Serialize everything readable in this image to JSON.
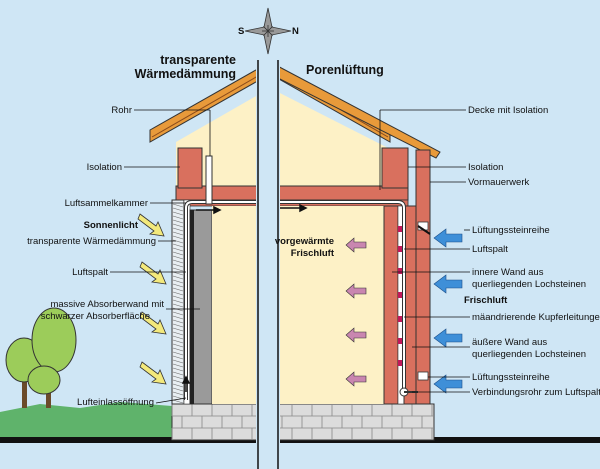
{
  "compass": {
    "south": "S",
    "north": "N"
  },
  "headings": {
    "left_line1": "transparente",
    "left_line2": "Wärmedämmung",
    "right": "Porenlüftung"
  },
  "left_labels": {
    "rohr": "Rohr",
    "isolation": "Isolation",
    "luftsammelkammer": "Luftsammelkammer",
    "sonnenlicht": "Sonnenlicht",
    "transparente": "transparente Wärmedämmung",
    "luftspalt": "Luftspalt",
    "massive1": "massive Absorberwand mit",
    "massive2": "schwarzer Absorberfläche",
    "lufteinlass": "Lufteinlassöffnung"
  },
  "center_labels": {
    "vorgewaermte": "vorgewärmte",
    "frischluft_warm": "Frischluft"
  },
  "right_labels": {
    "decke": "Decke mit Isolation",
    "isolation": "Isolation",
    "vormauerwerk": "Vormauerwerk",
    "lueftungssteinreihe_top": "Lüftungssteinreihe",
    "luftspalt": "Luftspalt",
    "innere1": "innere Wand aus",
    "innere2": "querliegenden Lochsteinen",
    "frischluft": "Frischluft",
    "maeandrierende": "mäandrierende Kupferleitungen",
    "aeussere1": "äußere Wand aus",
    "aeussere2": "querliegenden Lochsteinen",
    "lueftungssteinreihe_bottom": "Lüftungssteinreihe",
    "verbindungsrohr": "Verbindungsrohr zum Luftspalt"
  },
  "colors": {
    "sky": "#cfe6f5",
    "interior": "#fdf1c6",
    "roof": "#e89a3a",
    "brick": "#d9705e",
    "absorber": "#9a9a9a",
    "foundation": "#dcdcdc",
    "grass": "#5fb36b",
    "tree": "#9ccc5a",
    "sun_arrow": "#f3e97c",
    "fresh_arrow": "#3e8fd8",
    "warm_arrow": "#c986b0"
  }
}
